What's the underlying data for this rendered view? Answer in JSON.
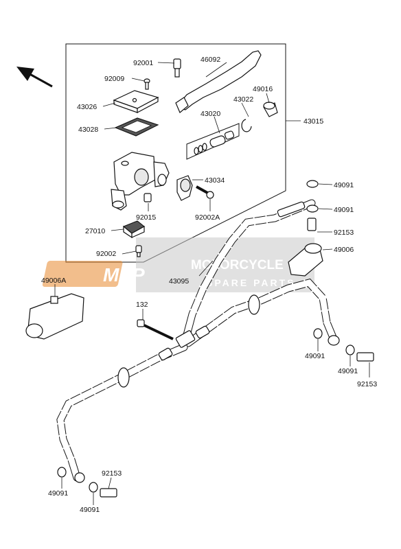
{
  "colors": {
    "line": "#111111",
    "watermark_red": "#e8892f",
    "watermark_grey": "#9a9a9a"
  },
  "watermark": {
    "logo": "MSP",
    "title": "MOTORCYCLE",
    "subtitle": "SPARE PARTS"
  },
  "labels": {
    "p92001": "92001",
    "p46092": "46092",
    "p92009": "92009",
    "p43026": "43026",
    "p43022": "43022",
    "p49016": "49016",
    "p43020": "43020",
    "p43028": "43028",
    "p43015": "43015",
    "p43034": "43034",
    "p92015": "92015",
    "p92002A": "92002A",
    "p27010": "27010",
    "p92002": "92002",
    "p49091_a": "49091",
    "p49091_b": "49091",
    "p92153_a": "92153",
    "p49006": "49006",
    "p43095": "43095",
    "p49006A": "49006A",
    "p132": "132",
    "p49091_c": "49091",
    "p49091_d": "49091",
    "p92153_b": "92153",
    "p92153_c": "92153",
    "p49091_e": "49091",
    "p49091_f": "49091"
  }
}
